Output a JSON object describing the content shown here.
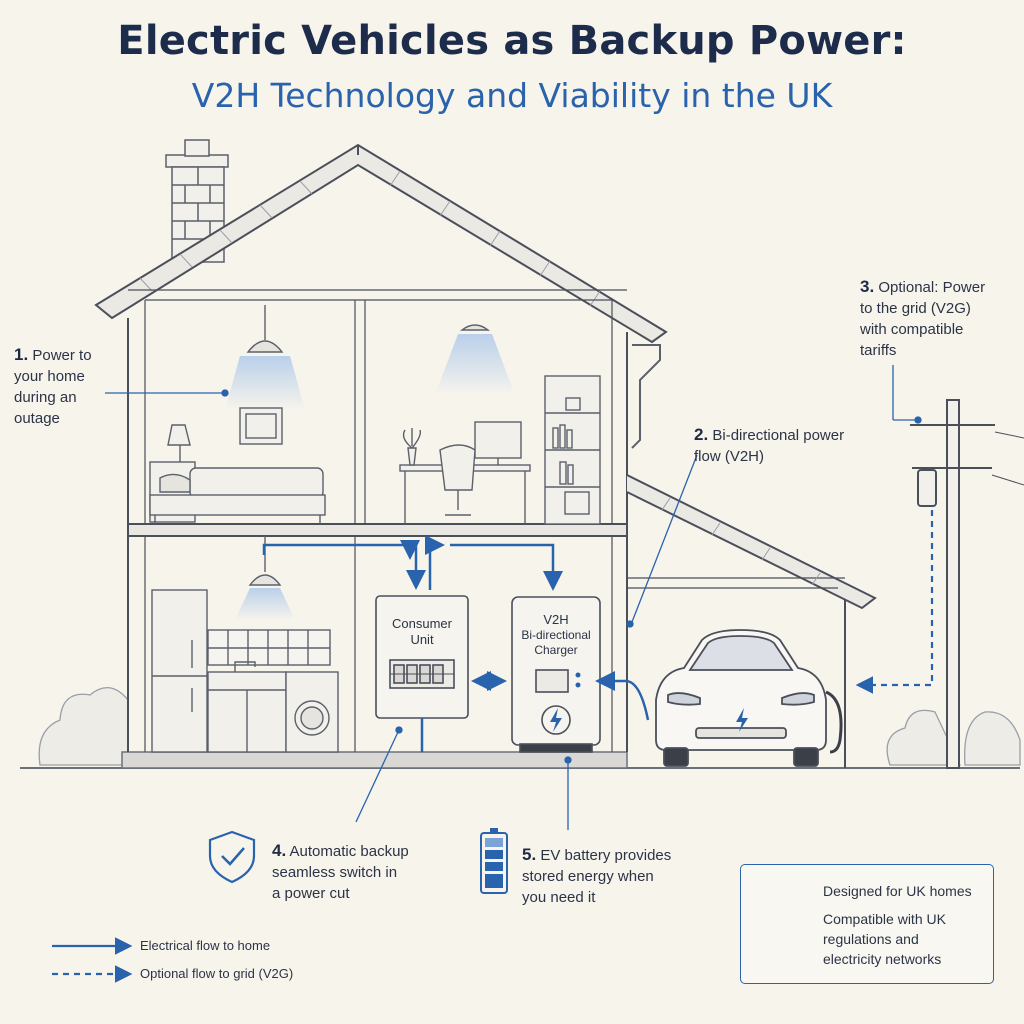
{
  "header": {
    "title": "Electric Vehicles as Backup Power:",
    "subtitle": "V2H Technology and Viability in the UK"
  },
  "callouts": [
    {
      "num": "1.",
      "lines": [
        "Power to",
        "your home",
        "during an",
        "outage"
      ]
    },
    {
      "num": "2.",
      "lines": [
        "Bi-directional power",
        "flow (V2H)"
      ]
    },
    {
      "num": "3.",
      "lines": [
        "Optional: Power",
        "to the grid (V2G)",
        "with compatible",
        "tariffs"
      ]
    },
    {
      "num": "4.",
      "lines": [
        "Automatic backup",
        "seamless switch in",
        "a power cut"
      ]
    },
    {
      "num": "5.",
      "lines": [
        "EV battery provides",
        "stored energy when",
        "you need it"
      ]
    }
  ],
  "devices": {
    "consumer_unit": [
      "Consumer",
      "Unit"
    ],
    "charger": [
      "V2H",
      "Bi-directional",
      "Charger"
    ]
  },
  "legend": {
    "solid": "Electrical flow to home",
    "dashed": "Optional flow to grid (V2G)"
  },
  "uk_box": {
    "line1": "Designed for UK homes",
    "line2a": "Compatible with UK",
    "line2b": "regulations and",
    "line2c": "electricity networks"
  },
  "colors": {
    "accent": "#2a63ad",
    "ink": "#4a4f5a",
    "background": "#f7f4ec"
  },
  "icons": [
    "shield-check-icon",
    "battery-icon",
    "uk-map-icon",
    "lightning-icon"
  ]
}
